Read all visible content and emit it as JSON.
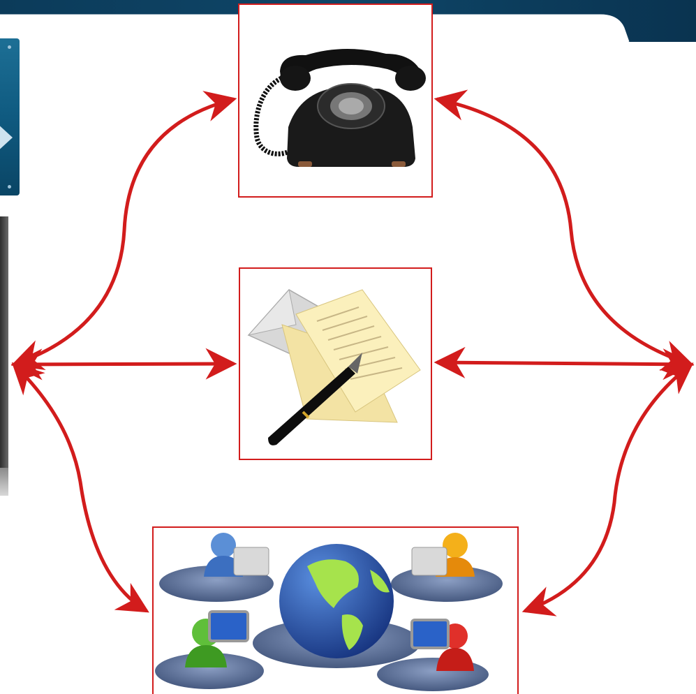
{
  "diagram": {
    "title": "",
    "nodes": [
      {
        "id": "telephone",
        "icon": "telephone-icon"
      },
      {
        "id": "mail",
        "icon": "letter-and-pen-icon"
      },
      {
        "id": "internet",
        "icon": "networked-users-globe-icon"
      }
    ],
    "edges": [
      {
        "from": "left-hub",
        "to": "telephone",
        "direction": "both"
      },
      {
        "from": "left-hub",
        "to": "mail",
        "direction": "both"
      },
      {
        "from": "left-hub",
        "to": "internet",
        "direction": "both"
      },
      {
        "from": "right-hub",
        "to": "telephone",
        "direction": "both"
      },
      {
        "from": "right-hub",
        "to": "mail",
        "direction": "both"
      },
      {
        "from": "right-hub",
        "to": "internet",
        "direction": "both"
      }
    ],
    "colors": {
      "arrow": "#d21c1c",
      "box_border": "#d21c1c",
      "banner": "#0c3b5a",
      "globe_ocean": "#1f4fa8",
      "globe_land": "#a6e34c"
    }
  }
}
